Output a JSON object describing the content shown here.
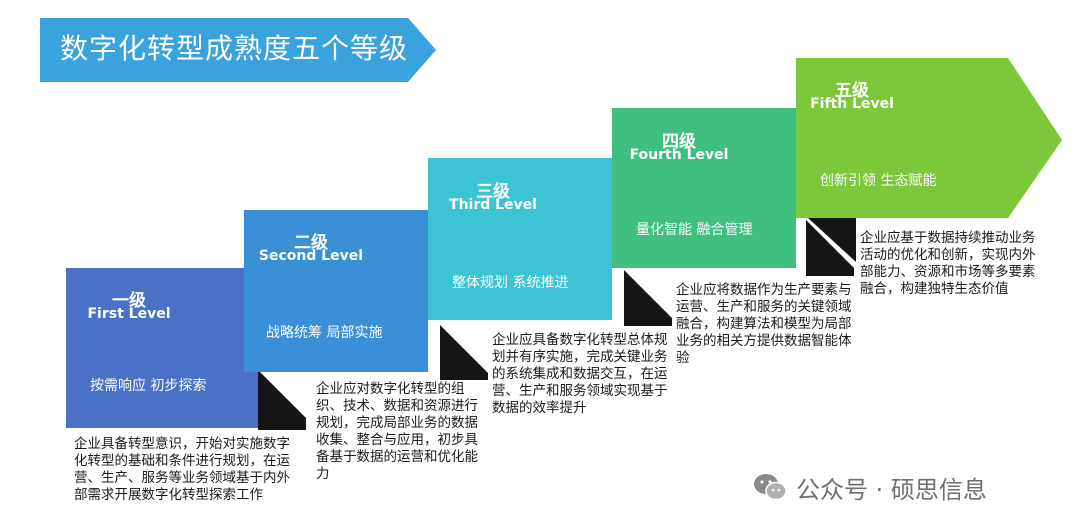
{
  "title": "数字化转型成熟度五个等级",
  "colors": {
    "banner": "#3AA2DC",
    "level1": "#4A71C6",
    "level2": "#3A8FD6",
    "level3": "#3DC3D3",
    "level4": "#3FC07F",
    "level5": "#7DC83A",
    "shadow": "#151515"
  },
  "levels": [
    {
      "title": "一级",
      "english": "First Level",
      "keywords": "按需响应  初步探索",
      "description": "企业具备转型意识，开始对实施数字化转型的基础和条件进行规划，在运营、生产、服务等业务领域基于内外部需求开展数字化转型探索工作"
    },
    {
      "title": "二级",
      "english": "Second Level",
      "keywords": "战略统筹  局部实施",
      "description": "企业应对数字化转型的组织、技术、数据和资源进行规划，完成局部业务的数据收集、整合与应用，初步具备基于数据的运营和优化能力"
    },
    {
      "title": "三级",
      "english": "Third Level",
      "keywords": "整体规划  系统推进",
      "description": "企业应具备数字化转型总体规划并有序实施，完成关键业务的系统集成和数据交互，在运营、生产和服务领域实现基于数据的效率提升"
    },
    {
      "title": "四级",
      "english": "Fourth Level",
      "keywords": "量化智能  融合管理",
      "description": "企业应将数据作为生产要素与运营、生产和服务的关键领域融合，构建算法和模型为局部业务的相关方提供数据智能体验"
    },
    {
      "title": "五级",
      "english": "Fifth Level",
      "keywords": "创新引领  生态赋能",
      "description": "企业应基于数据持续推动业务活动的优化和创新，实现内外部能力、资源和市场等多要素融合，构建独特生态价值"
    }
  ],
  "watermark": "公众号 · 硕思信息",
  "icons": {
    "watermark": "wechat-icon"
  }
}
